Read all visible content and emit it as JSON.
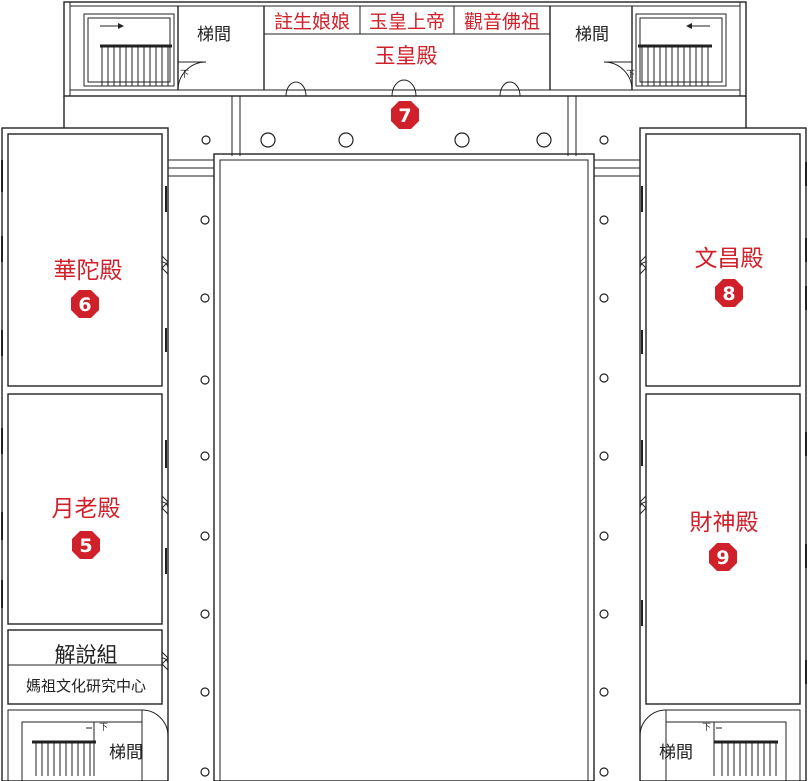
{
  "floor_plan": {
    "top": {
      "shrines": [
        "註生娘娘",
        "玉皇上帝",
        "觀音佛祖"
      ],
      "hall_name": "玉皇殿",
      "hall_number": "7",
      "stair_left_label": "梯間",
      "stair_right_label": "梯間",
      "down_mark": "下"
    },
    "left": {
      "hall_6_name": "華陀殿",
      "hall_6_number": "6",
      "hall_5_name": "月老殿",
      "hall_5_number": "5",
      "guide_team": "解說組",
      "research_center": "媽祖文化研究中心",
      "stair_label": "梯間",
      "down_mark": "下"
    },
    "right": {
      "hall_8_name": "文昌殿",
      "hall_8_number": "8",
      "hall_9_name": "財神殿",
      "hall_9_number": "9",
      "stair_label": "梯間",
      "down_mark": "下"
    },
    "colors": {
      "label_red": "#d0202a",
      "line": "#222222"
    }
  }
}
